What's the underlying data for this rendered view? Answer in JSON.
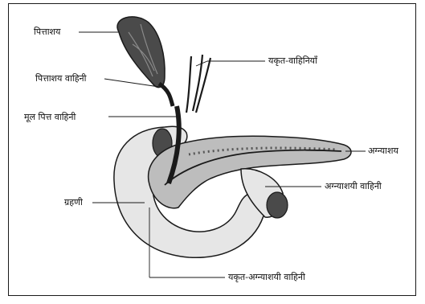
{
  "colors": {
    "ink": "#1a1a1a",
    "dark_fill": "#4a4a4a",
    "mid_fill": "#8a8a8a",
    "light_fill": "#e6e6e6",
    "paper": "#ffffff"
  },
  "labels": {
    "gallbladder": "पित्ताशय",
    "cystic_duct": "पित्ताशय वाहिनी",
    "common_bile_duct": "मूल पित्त वाहिनी",
    "hepatic_ducts": "यकृत-वाहिनियाँ",
    "pancreas": "अग्न्याशय",
    "pancreatic_duct": "अग्न्याशयी वाहिनी",
    "duodenum": "ग्रहणी",
    "hepatopancreatic_duct": "यकृत-अग्न्याशयी वाहिनी"
  }
}
